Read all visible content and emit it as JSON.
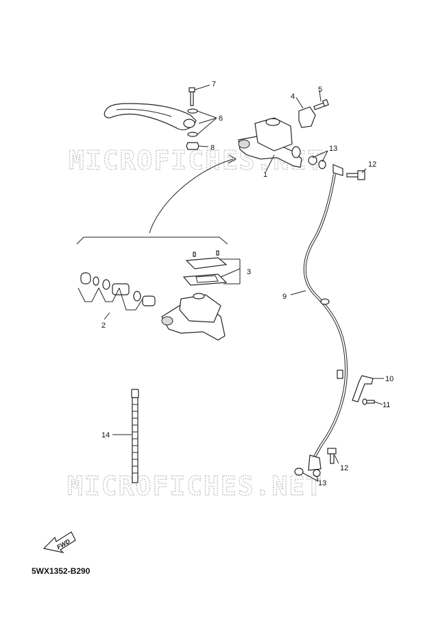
{
  "watermark": "MICROFICHES.NET",
  "diagram_code": "5WX1352-B290",
  "fwd_label": "FWD",
  "callouts": {
    "c1": "1",
    "c2": "2",
    "c3": "3",
    "c4": "4",
    "c5": "5",
    "c6": "6",
    "c7": "7",
    "c8": "8",
    "c9": "9",
    "c10": "10",
    "c11": "11",
    "c12a": "12",
    "c12b": "12",
    "c13a": "13",
    "c13b": "13",
    "c14": "14"
  }
}
